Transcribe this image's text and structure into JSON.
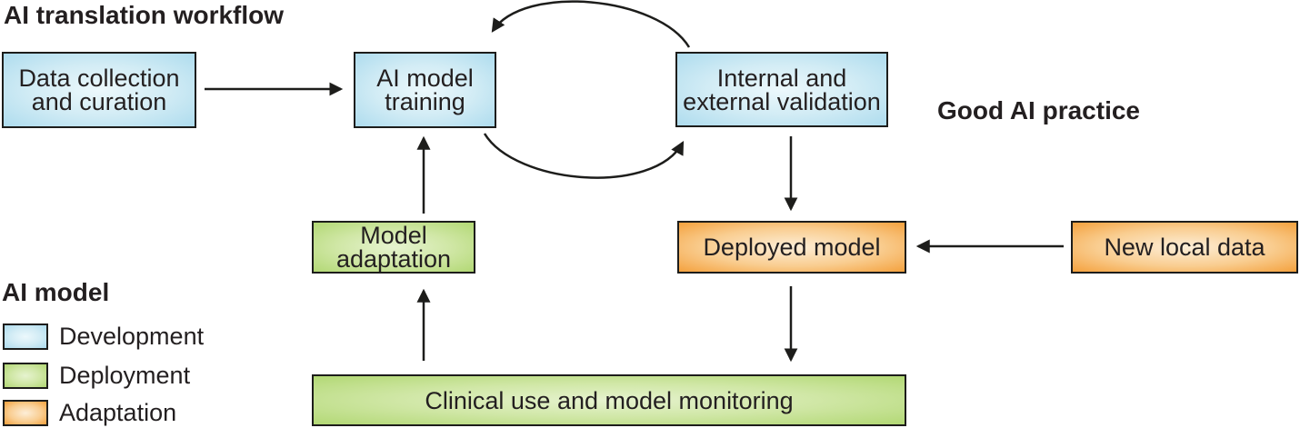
{
  "title": "AI translation workflow",
  "annotations": {
    "good_ai_practice": "Good AI practice"
  },
  "boxes": {
    "data_collection": "Data collection\nand curation",
    "ai_model_training": "AI model\ntraining",
    "validation": "Internal and\nexternal validation",
    "model_adaptation": "Model adaptation",
    "deployed_model": "Deployed model",
    "new_local_data": "New local data",
    "clinical_use": "Clinical use and model monitoring"
  },
  "legend": {
    "heading": "AI model",
    "items": [
      {
        "label": "Development",
        "color": "#aedcee"
      },
      {
        "label": "Deployment",
        "color": "#b2d874"
      },
      {
        "label": "Adaptation",
        "color": "#f4a13d"
      }
    ]
  },
  "colors": {
    "development_fill_edge": "#aedcee",
    "development_fill_center": "#ecf8fc",
    "deployment_fill_edge": "#b2d874",
    "deployment_fill_center": "#e6f3cf",
    "adaptation_fill_edge": "#f4a13d",
    "adaptation_fill_center": "#fdeed8",
    "line": "#1d1d1b",
    "text": "#231f20",
    "background": "#ffffff"
  }
}
